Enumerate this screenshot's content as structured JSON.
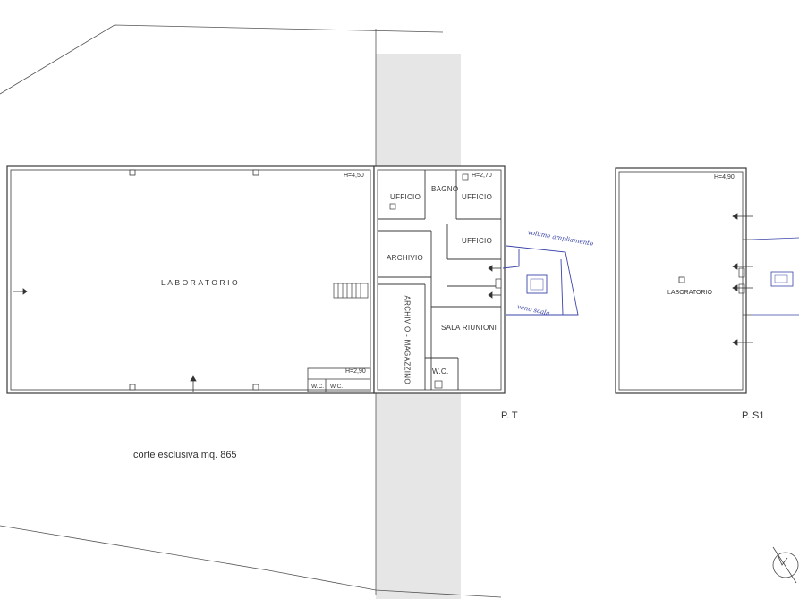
{
  "labels": {
    "laboratorio_pt": "LABORATORIO",
    "ufficio": "UFFICIO",
    "bagno": "BAGNO",
    "archivio": "ARCHIVIO",
    "archivio_magazzino": "ARCHIVIO - MAGAZZINO",
    "sala_riunioni": "SALA RIUNIONI",
    "wc": "W.C.",
    "laboratorio_s1": "LABORATORIO",
    "h_pt_main": "H=4,50",
    "h_pt_office": "H=2,70",
    "h_pt_wc": "H=2,90",
    "h_s1": "H=4,90",
    "floor_pt": "P. T",
    "floor_s1": "P. S1",
    "corte": "corte esclusiva mq. 865"
  },
  "annotations": {
    "note_top": "volume ampliamento",
    "note_bottom": "vano scala"
  },
  "colors": {
    "line": "#3a3a3a",
    "wall_fill": "#f4f4f4",
    "shadow": "#d2d2d2",
    "pen": "#3a44a8"
  }
}
